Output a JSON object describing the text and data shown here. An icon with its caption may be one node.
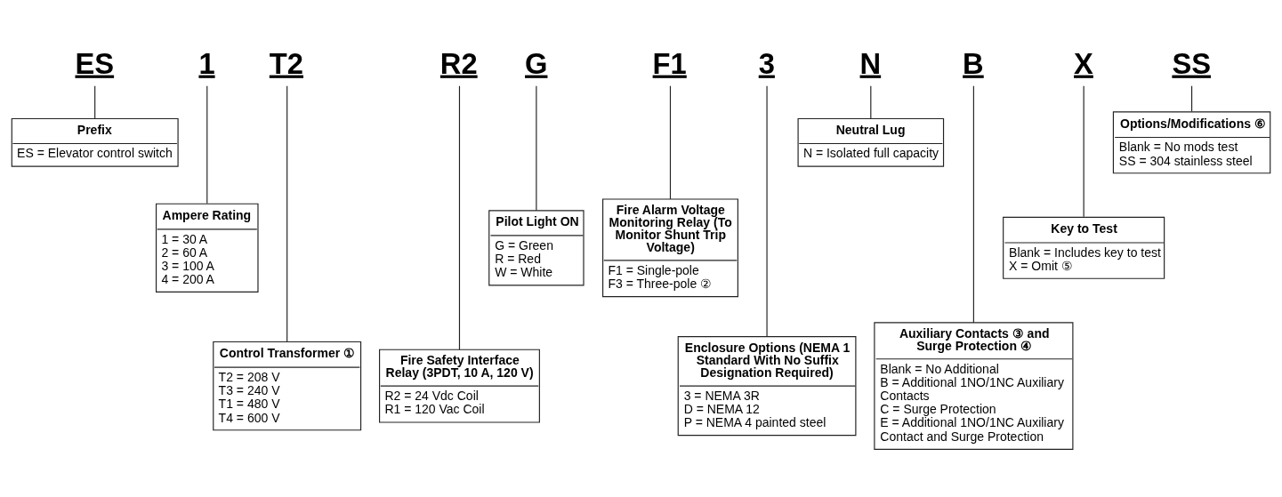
{
  "diagram": {
    "nodes": [
      {
        "text": [
          "ES"
        ]
      },
      {
        "text": [
          "1"
        ]
      },
      {
        "text": [
          "T2"
        ]
      },
      {
        "text": [
          "R2"
        ]
      },
      {
        "text": [
          "G"
        ]
      },
      {
        "text": [
          "F1"
        ]
      },
      {
        "text": [
          "3"
        ]
      },
      {
        "text": [
          "N"
        ]
      },
      {
        "text": [
          "B"
        ]
      },
      {
        "text": [
          "X"
        ]
      },
      {
        "text": [
          "SS"
        ]
      },
      {
        "text": [
          "Prefix",
          "ES = Elevator control switch"
        ]
      },
      {
        "text": [
          "Ampere Rating",
          "1 = 30 A",
          "2 = 60 A",
          "3 = 100 A",
          "4 = 200 A"
        ]
      },
      {
        "text": [
          "Control Transformer ①",
          "T2 = 208 V",
          "T3 = 240 V",
          "T1 = 480 V",
          "T4 = 600 V"
        ]
      },
      {
        "text": [
          "Fire Safety Interface Relay (3PDT, 10 A, 120 V)",
          "R2 = 24 Vdc Coil",
          "R1 = 120 Vac Coil"
        ]
      },
      {
        "text": [
          "Pilot Light ON",
          "G = Green",
          "R = Red",
          "W = White"
        ]
      },
      {
        "text": [
          "Fire Alarm Voltage Monitoring Relay (To Monitor Shunt Trip Voltage)",
          "F1 = Single-pole",
          "F3 = Three-pole ②"
        ]
      },
      {
        "text": [
          "Enclosure Options (NEMA 1 Standard With No Suffix Designation Required)",
          "3 = NEMA 3R",
          "D = NEMA 12",
          "P = NEMA 4 painted steel"
        ]
      },
      {
        "text": [
          "Neutral Lug",
          "N = Isolated full capacity"
        ]
      },
      {
        "text": [
          "Auxiliary Contacts ③ and Surge Protection ④",
          "Blank = No Additional",
          "B = Additional 1NO/1NC Auxiliary Contacts",
          "C = Surge Protection",
          "E = Additional 1NO/1NC Auxiliary Contact and Surge Protection"
        ]
      },
      {
        "text": [
          "Key to Test",
          "Blank = Includes key to test",
          "X = Omit ⑤"
        ]
      },
      {
        "text": [
          "Options/Modifications ⑥",
          "Blank = No mods test",
          "SS = 304 stainless steel"
        ]
      }
    ],
    "edges": [
      {
        "from": 0,
        "to": 11,
        "arrow": "none"
      },
      {
        "from": 1,
        "to": 12,
        "arrow": "none"
      },
      {
        "from": 2,
        "to": 13,
        "arrow": "none"
      },
      {
        "from": 3,
        "to": 14,
        "arrow": "none"
      },
      {
        "from": 4,
        "to": 15,
        "arrow": "none"
      },
      {
        "from": 5,
        "to": 16,
        "arrow": "none"
      },
      {
        "from": 6,
        "to": 17,
        "arrow": "none"
      },
      {
        "from": 7,
        "to": 18,
        "arrow": "none"
      },
      {
        "from": 8,
        "to": 19,
        "arrow": "none"
      },
      {
        "from": 9,
        "to": 20,
        "arrow": "none"
      },
      {
        "from": 10,
        "to": 21,
        "arrow": "none"
      }
    ]
  }
}
